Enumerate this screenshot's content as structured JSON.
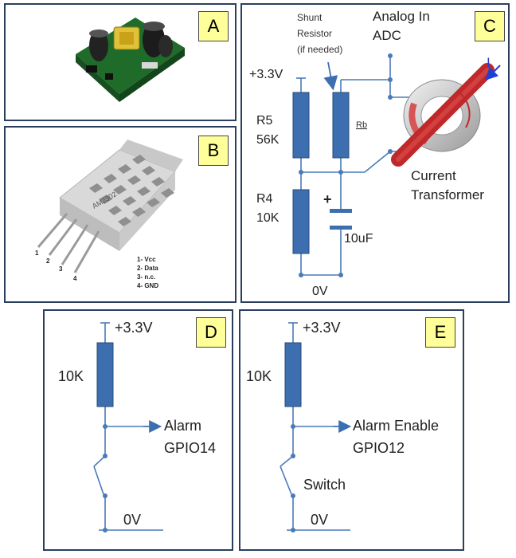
{
  "panels": {
    "a": {
      "label": "A"
    },
    "b": {
      "label": "B",
      "pin_numbers": [
        "1",
        "2",
        "3",
        "4"
      ],
      "pinout": [
        "1- Vcc",
        "2- Data",
        "3- n.c.",
        "4- GND"
      ],
      "part_marking": "AM2302"
    },
    "c": {
      "label": "C",
      "supply": "+3.3V",
      "shunt_note": [
        "Shunt",
        "Resistor",
        "(if needed)"
      ],
      "adc": [
        "Analog In",
        "ADC"
      ],
      "r5": [
        "R5",
        "56K"
      ],
      "rb": "Rb",
      "r4": [
        "R4",
        "10K"
      ],
      "cap_plus": "+",
      "cap_value": "10uF",
      "ground": "0V",
      "current_symbol": "I",
      "ct_label": [
        "Current",
        "Transformer"
      ]
    },
    "d": {
      "label": "D",
      "supply": "+3.3V",
      "resistor": "10K",
      "output": [
        "Alarm",
        "GPIO14"
      ],
      "ground": "0V"
    },
    "e": {
      "label": "E",
      "supply": "+3.3V",
      "resistor": "10K",
      "output": [
        "Alarm Enable",
        "GPIO12"
      ],
      "switch_label": "Switch",
      "ground": "0V"
    }
  },
  "colors": {
    "wire": "#4a7ab8",
    "resistor_fill": "#3d6fb0",
    "border": "#2a3f5f",
    "badge": "#ffff99",
    "ct_red": "#c0282a"
  }
}
